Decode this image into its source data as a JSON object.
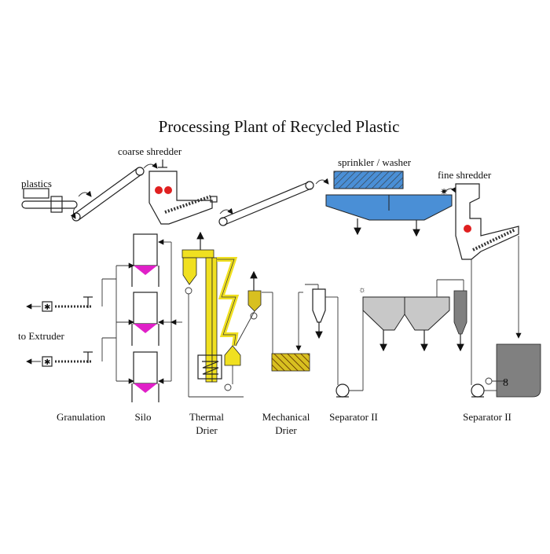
{
  "title": "Processing Plant of Recycled Plastic",
  "labels": {
    "plastics": "plastics",
    "coarse_shredder": "coarse shredder",
    "sprinkler_washer": "sprinkler / washer",
    "fine_shredder": "fine shredder",
    "to_extruder": "to Extruder",
    "granulation": "Granulation",
    "silo": "Silo",
    "thermal_1": "Thermal",
    "thermal_2": "Drier",
    "mechanical_1": "Mechanical",
    "mechanical_2": "Drier",
    "separator_a": "Separator II",
    "separator_b": "Separator II"
  },
  "colors": {
    "washer_blue": "#4a8fd6",
    "silo_pink": "#f2b8ee",
    "silo_magenta": "#e020c8",
    "drier_yellow": "#f0e020",
    "mech_yellow": "#d8c020",
    "shredder_red": "#e02020",
    "separator_gray": "#c8c8c8",
    "dark_gray": "#808080"
  }
}
